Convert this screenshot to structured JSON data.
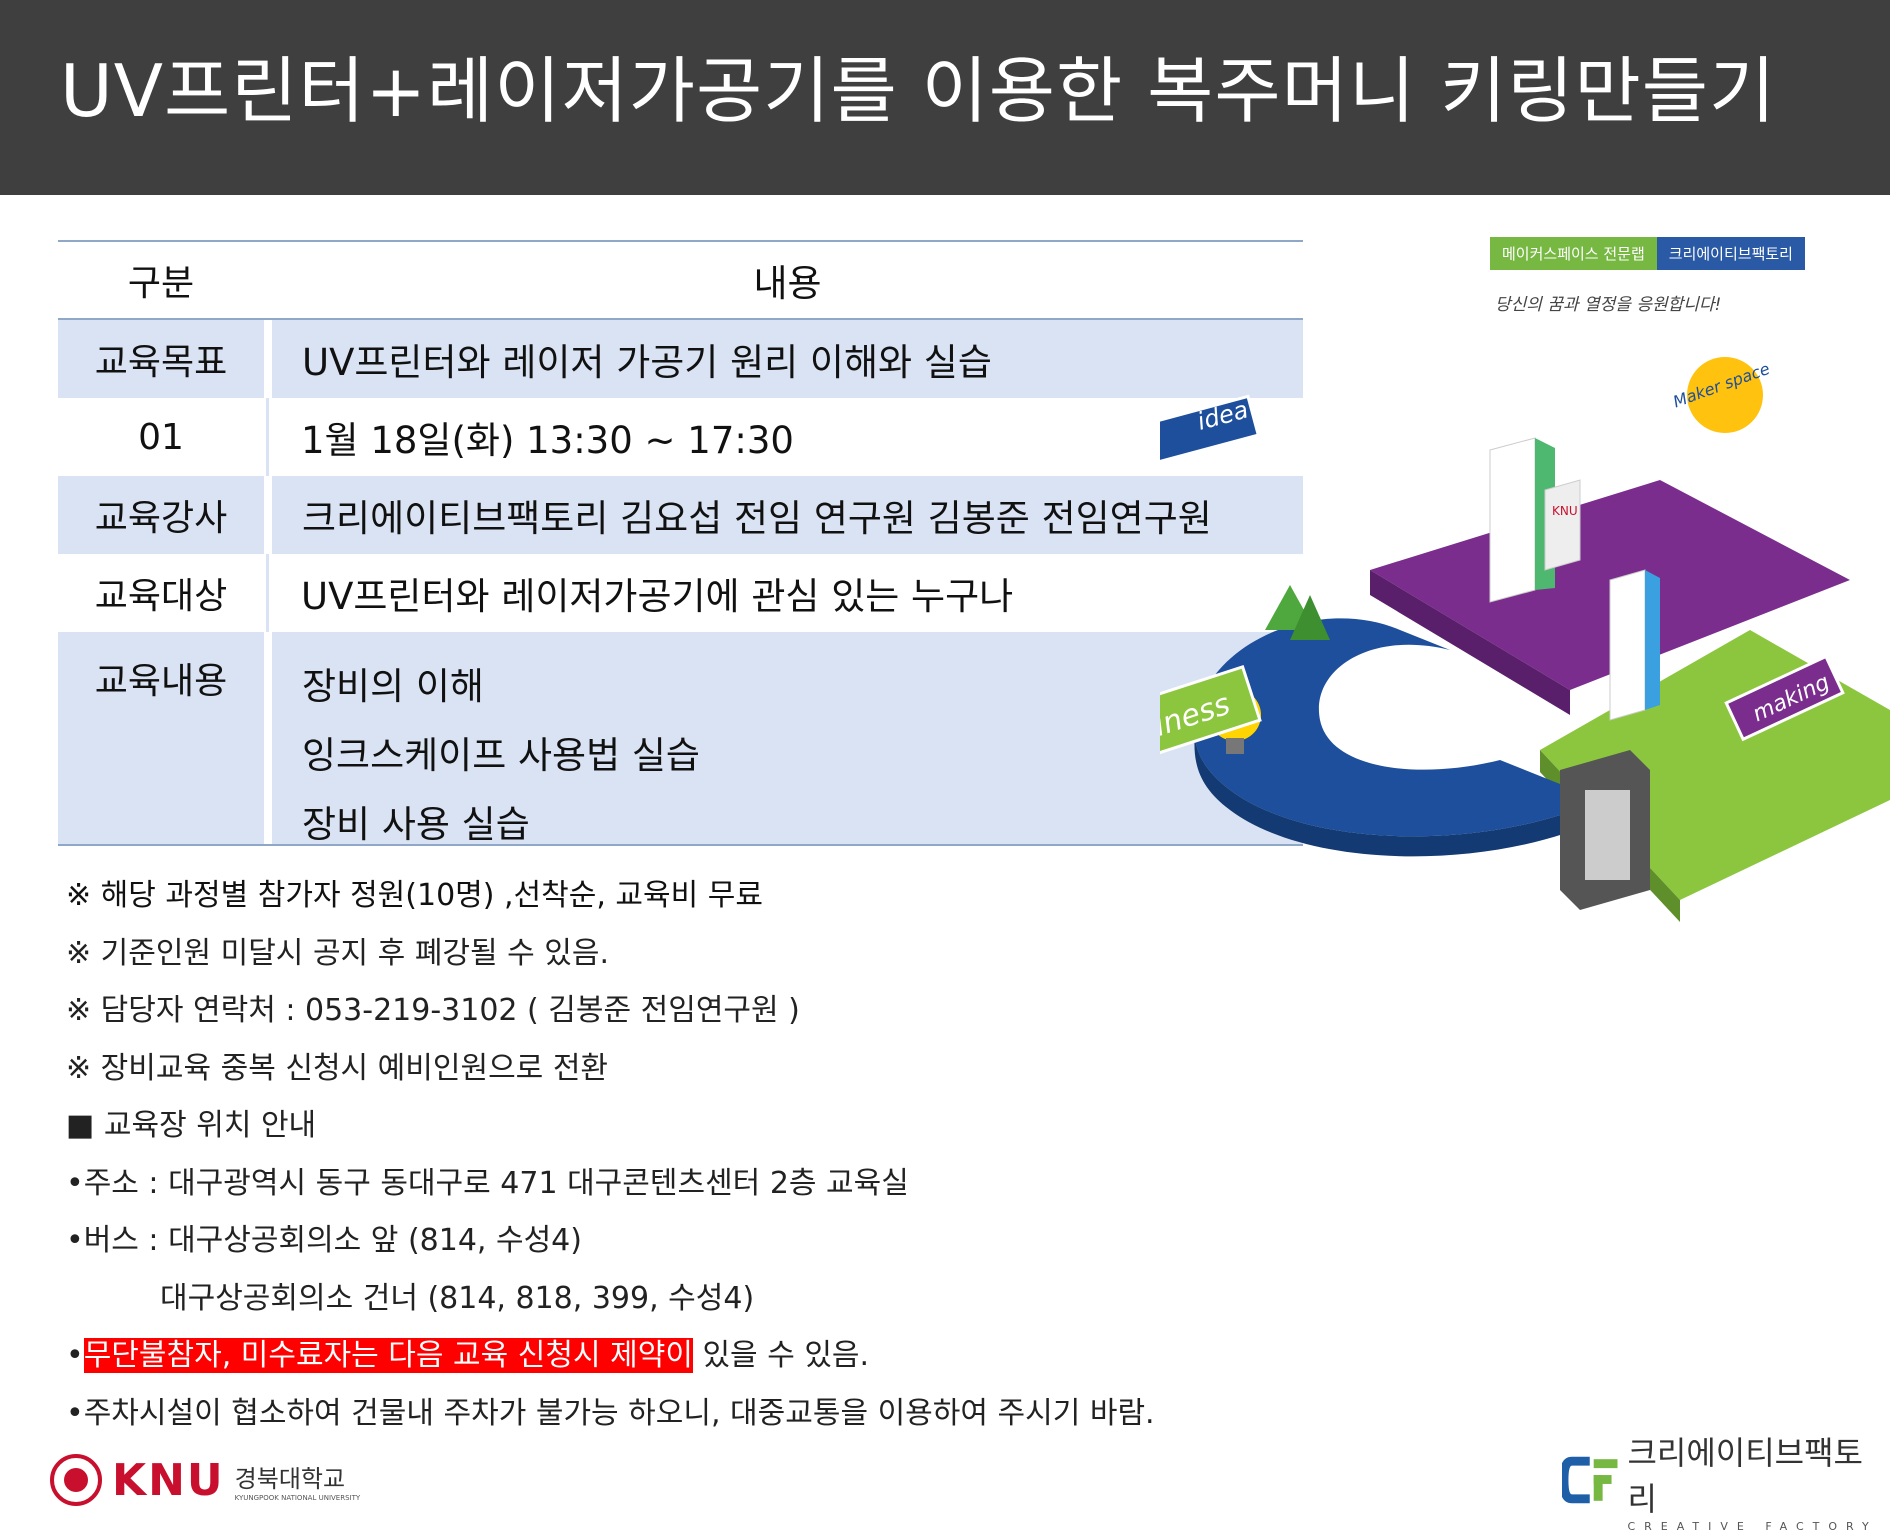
{
  "header": {
    "title": "UV프린터+레이저가공기를 이용한 복주머니 키링만들기"
  },
  "table": {
    "col1_header": "구분",
    "col2_header": "내용",
    "rows": [
      {
        "label": "교육목표",
        "value": "UV프린터와 레이저 가공기 원리 이해와 실습"
      },
      {
        "label": "01",
        "value": "1월 18일(화) 13:30 ~ 17:30"
      },
      {
        "label": "교육강사",
        "value": "크리에이티브팩토리 김요섭 전임 연구원 김봉준 전임연구원"
      },
      {
        "label": "교육대상",
        "value": "UV프린터와 레이저가공기에 관심 있는 누구나"
      }
    ],
    "content_row": {
      "label": "교육내용",
      "items": [
        "장비의 이해",
        "잉크스케이프 사용법 실습",
        "장비 사용 실습"
      ]
    }
  },
  "notes": {
    "n1": "※ 해당 과정별 참가자 정원(10명) ,선착순, 교육비 무료",
    "n2": "※ 기준인원 미달시 공지 후 폐강될 수 있음.",
    "n3": "※ 담당자 연락처 : 053-219-3102 ( 김봉준 전임연구원 )",
    "n4": "※ 장비교육 중복 신청시 예비인원으로 전환",
    "n5": "■ 교육장 위치 안내",
    "n6": "•주소 : 대구광역시 동구 동대구로 471 대구콘텐츠센터 2층 교육실",
    "n7": "•버스 : 대구상공회의소 앞 (814, 수성4)",
    "n8": "대구상공회의소 건너 (814, 818, 399, 수성4)",
    "n9_bullet": "•",
    "n9_highlight": "무단불참자, 미수료자는 다음 교육 신청시 제약이",
    "n9_rest": " 있을 수 있음.",
    "n10": "•주차시설이 협소하여 건물내 주차가 불가능 하오니, 대중교통을 이용하여 주시기 바람."
  },
  "promo": {
    "tag_green": "메이커스페이스 전문랩",
    "tag_blue": "크리에이티브팩토리",
    "slogan": "당신의 꿈과 열정을 응원합니다!",
    "sign_idea": "idea",
    "sign_maker": "Maker space",
    "sign_business": "business",
    "sign_making": "making",
    "building_logo": "KNU"
  },
  "footer": {
    "knu_mark": "KNU",
    "knu_name": "경북대학교",
    "knu_sub": "KYUNGPOOK NATIONAL UNIVERSITY",
    "cf_name": "크리에이티브팩토리",
    "cf_sub": "CREATIVE FACTORY"
  },
  "colors": {
    "header_bg": "#3f3f3f",
    "row_shade": "#dae3f3",
    "highlight_red": "#ff0000",
    "knu_red": "#c8102e",
    "cf_blue": "#1f5fa8",
    "cf_green": "#77b843"
  }
}
